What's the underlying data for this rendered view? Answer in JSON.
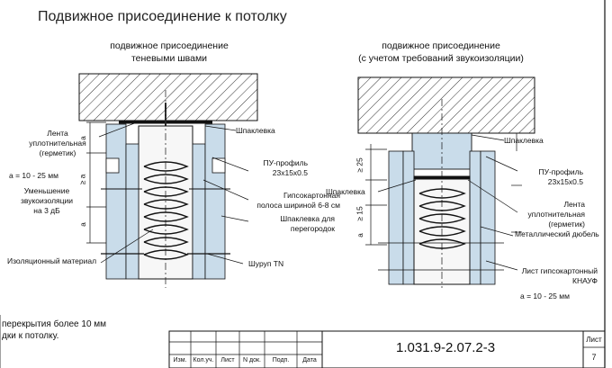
{
  "title": "Подвижное присоединение к потолку",
  "left_detail": {
    "subtitle_line1": "подвижное присоединение",
    "subtitle_line2": "теневыми швами",
    "labels": {
      "tape_line1": "Лента",
      "tape_line2": "уплотнительная",
      "tape_line3": "(герметик)",
      "gap": "a = 10 - 25 мм",
      "noise_line1": "Уменьшение",
      "noise_line2": "звукоизоляции",
      "noise_line3": "на 3 дБ",
      "insulation": "Изоляционный материал",
      "putty": "Шпаклевка",
      "profile_line1": "ПУ-профиль",
      "profile_line2": "23x15x0.5",
      "strip_line1": "Гипсокартонная",
      "strip_line2": "полоса шириной 6-8 см",
      "partition_putty_line1": "Шпаклевка для",
      "partition_putty_line2": "перегородок",
      "screw": "Шуруп TN"
    },
    "dims": {
      "a_top": "a",
      "ge_a": "≥ a",
      "a_bottom": "a"
    }
  },
  "right_detail": {
    "subtitle_line1": "подвижное присоединение",
    "subtitle_line2": "(с учетом требований звукоизоляции)",
    "labels": {
      "putty_top": "Шпаклевка",
      "profile_line1": "ПУ-профиль",
      "profile_line2": "23x15x0.5",
      "putty_left": "Шпаклевка",
      "tape_line1": "Лента",
      "tape_line2": "уплотнительная",
      "tape_line3": "(герметик)",
      "dowel": "Металлический дюбель",
      "sheet_line1": "Лист гипсокартонный",
      "sheet_line2": "КНАУФ",
      "gap": "a = 10 - 25 мм"
    },
    "dims": {
      "ge25": "≥ 25",
      "ge15": "≥ 15",
      "a": "a"
    }
  },
  "footer_notes": {
    "line1": "перекрытия более 10 мм",
    "line2": "дки к потолку."
  },
  "title_block": {
    "headers": [
      "Изм.",
      "Кол.уч.",
      "Лист",
      "N док.",
      "Подп.",
      "Дата"
    ],
    "code": "1.031.9-2.07.2-3",
    "sheet_label": "Лист",
    "sheet_number": "7"
  },
  "colors": {
    "insulation_fill": "#c9dcea",
    "line": "#111111"
  }
}
